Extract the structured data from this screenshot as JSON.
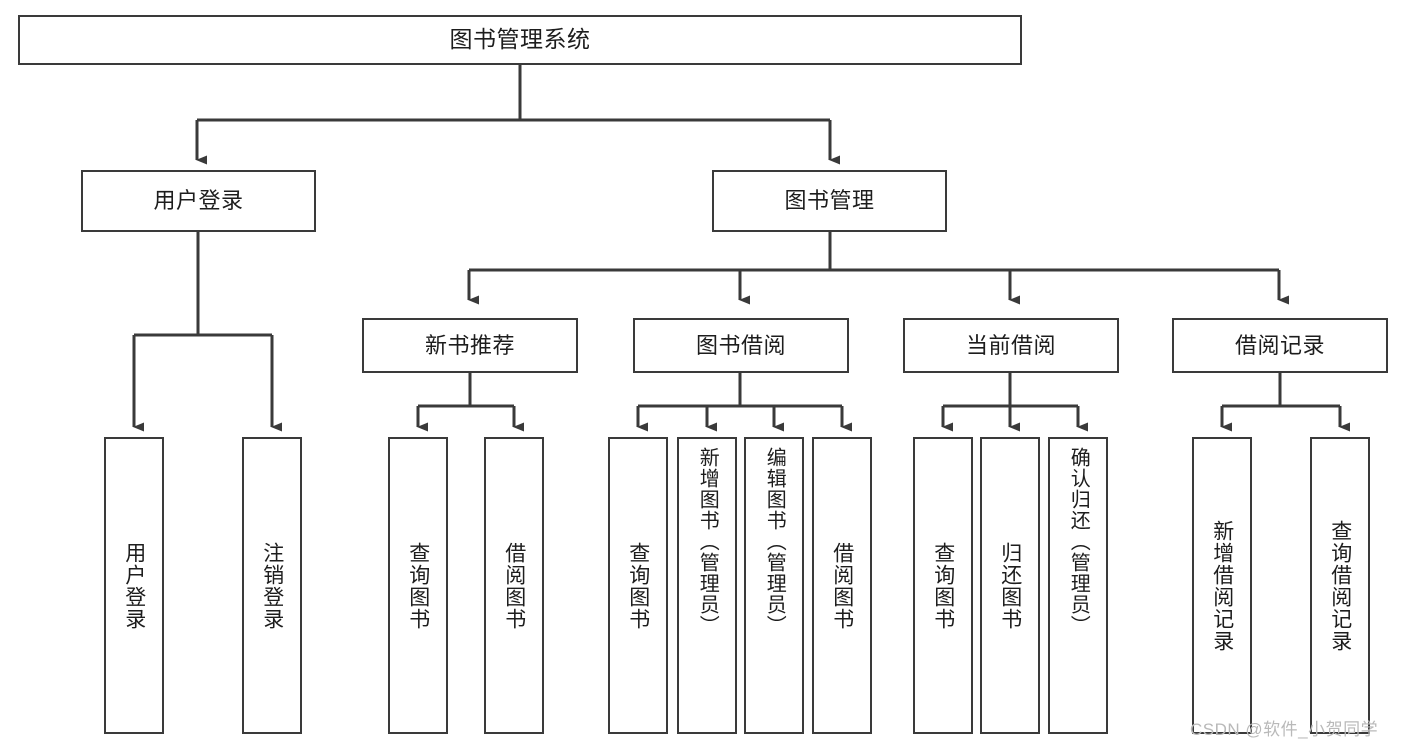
{
  "diagram": {
    "title": "图书管理系统",
    "watermark": "CSDN @软件_小贺同学",
    "stroke_color": "#3a3a3a",
    "background_color": "#ffffff",
    "text_color": "#1d1d1d",
    "root": {
      "label": "图书管理系统"
    },
    "level2": [
      {
        "label": "用户登录"
      },
      {
        "label": "图书管理"
      }
    ],
    "level3": [
      {
        "label": "新书推荐"
      },
      {
        "label": "图书借阅"
      },
      {
        "label": "当前借阅"
      },
      {
        "label": "借阅记录"
      }
    ],
    "leaves": {
      "user_login": [
        {
          "label": "用户登录"
        },
        {
          "label": "注销登录"
        }
      ],
      "new_book": [
        {
          "label": "查询图书"
        },
        {
          "label": "借阅图书"
        }
      ],
      "book_borrow": [
        {
          "label": "查询图书"
        },
        {
          "label": "新增图书（管理员）"
        },
        {
          "label": "编辑图书（管理员）"
        },
        {
          "label": "借阅图书"
        }
      ],
      "current_borrow": [
        {
          "label": "查询图书"
        },
        {
          "label": "归还图书"
        },
        {
          "label": "确认归还（管理员）"
        }
      ],
      "borrow_record": [
        {
          "label": "新增借阅记录"
        },
        {
          "label": "查询借阅记录"
        }
      ]
    }
  }
}
